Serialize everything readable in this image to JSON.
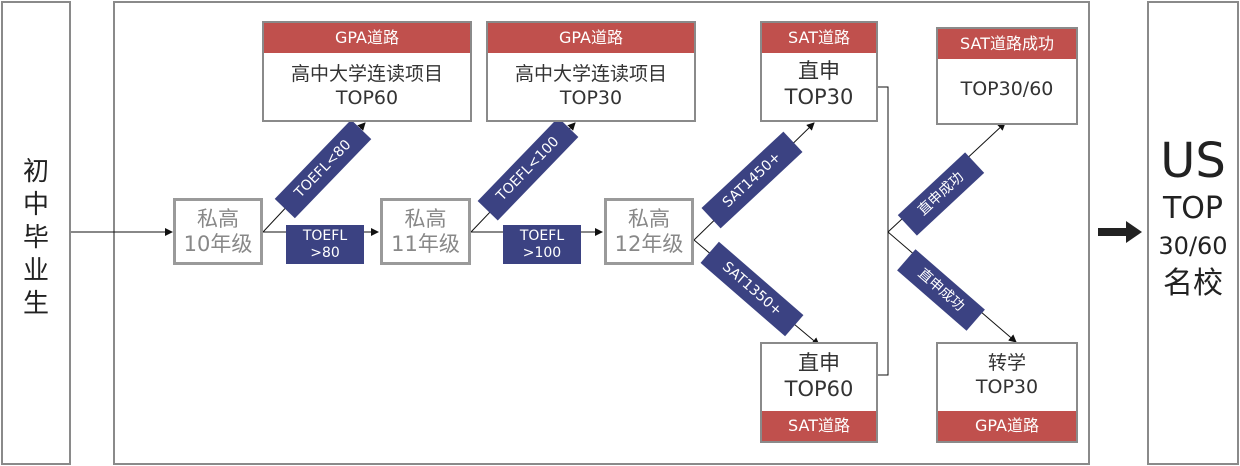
{
  "left": {
    "label": [
      "初",
      "中",
      "毕",
      "业",
      "生"
    ]
  },
  "grades": {
    "g10": {
      "line1": "私高",
      "line2": "10年级"
    },
    "g11": {
      "line1": "私高",
      "line2": "11年级"
    },
    "g12": {
      "line1": "私高",
      "line2": "12年级"
    }
  },
  "tags": {
    "toefl80_up": "TOEFL<80",
    "toefl80_flat": {
      "line1": "TOEFL",
      "line2": ">80"
    },
    "toefl100_up": "TOEFL<100",
    "toefl100_flat": {
      "line1": "TOEFL",
      "line2": ">100"
    },
    "sat1450": "SAT1450+",
    "sat1350": "SAT1350+",
    "zhishen_up": "直申成功",
    "zhishen_down": "直申成功"
  },
  "boxes": {
    "gpa60": {
      "header": "GPA道路",
      "line1": "高中大学连读项目",
      "line2": "TOP60"
    },
    "gpa30": {
      "header": "GPA道路",
      "line1": "高中大学连读项目",
      "line2": "TOP30"
    },
    "sat30": {
      "header": "SAT道路",
      "line1": "直申",
      "line2": "TOP30"
    },
    "sat60": {
      "footer": "SAT道路",
      "line1": "直申",
      "line2": "TOP60"
    },
    "satsuccess": {
      "header": "SAT道路成功",
      "line1": "TOP30/60"
    },
    "transfer": {
      "footer": "GPA道路",
      "line1": "转学",
      "line2": "TOP30"
    }
  },
  "result": {
    "line1": "US",
    "line2": "TOP",
    "line3": "30/60",
    "line4": "名校"
  },
  "colors": {
    "red": "#c0504d",
    "navy": "#3b4282",
    "border": "#8a8a8a"
  }
}
